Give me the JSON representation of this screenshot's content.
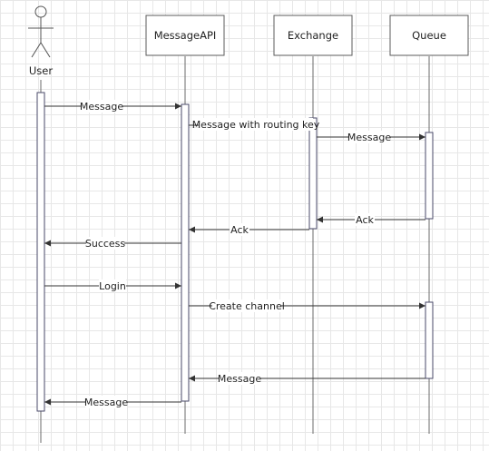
{
  "participants": {
    "user": "User",
    "message_api": "MessageAPI",
    "exchange": "Exchange",
    "queue": "Queue"
  },
  "messages": [
    {
      "id": "m1",
      "from": "user",
      "to": "message_api",
      "label": "Message"
    },
    {
      "id": "m2",
      "from": "message_api",
      "to": "exchange",
      "label": "Message with routing key"
    },
    {
      "id": "m3",
      "from": "exchange",
      "to": "queue",
      "label": "Message"
    },
    {
      "id": "m4",
      "from": "queue",
      "to": "exchange",
      "label": "Ack"
    },
    {
      "id": "m5",
      "from": "exchange",
      "to": "message_api",
      "label": "Ack"
    },
    {
      "id": "m6",
      "from": "message_api",
      "to": "user",
      "label": "Success"
    },
    {
      "id": "m7",
      "from": "user",
      "to": "message_api",
      "label": "Login"
    },
    {
      "id": "m8",
      "from": "message_api",
      "to": "queue",
      "label": "Create channel"
    },
    {
      "id": "m9",
      "from": "queue",
      "to": "message_api",
      "label": "Message"
    },
    {
      "id": "m10",
      "from": "message_api",
      "to": "user",
      "label": "Message"
    }
  ]
}
